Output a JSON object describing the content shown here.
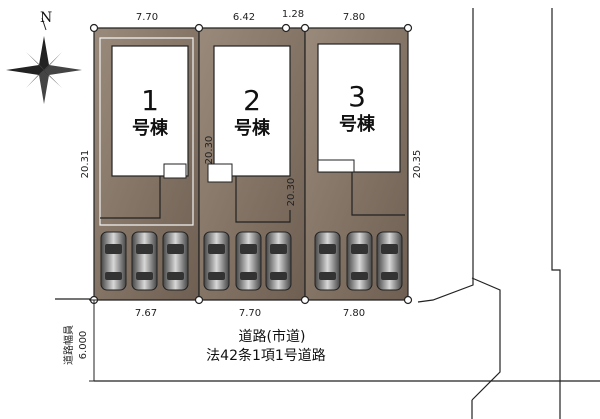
{
  "compass": {
    "north_label": "N"
  },
  "buildings": [
    {
      "number": "1",
      "kind": "号棟"
    },
    {
      "number": "2",
      "kind": "号棟"
    },
    {
      "number": "3",
      "kind": "号棟"
    }
  ],
  "dimensions": {
    "top_lot1": "7.70",
    "top_lot2": "6.42",
    "top_gap": "1.28",
    "top_lot3": "7.80",
    "left_side": "20.31",
    "mid_side_12": "20.30",
    "mid_side_23": "20.30",
    "right_side": "20.35",
    "bottom_lot1": "7.67",
    "bottom_lot2": "7.70",
    "bottom_lot3": "7.80"
  },
  "road": {
    "name": "道路(市道)",
    "legal": "法42条1項1号道路",
    "width_label": "道路幅員",
    "width_value": "6.000"
  },
  "colors": {
    "lot_fill": "#8a7a6c",
    "building_fill": "#ffffff",
    "line": "#222222"
  }
}
